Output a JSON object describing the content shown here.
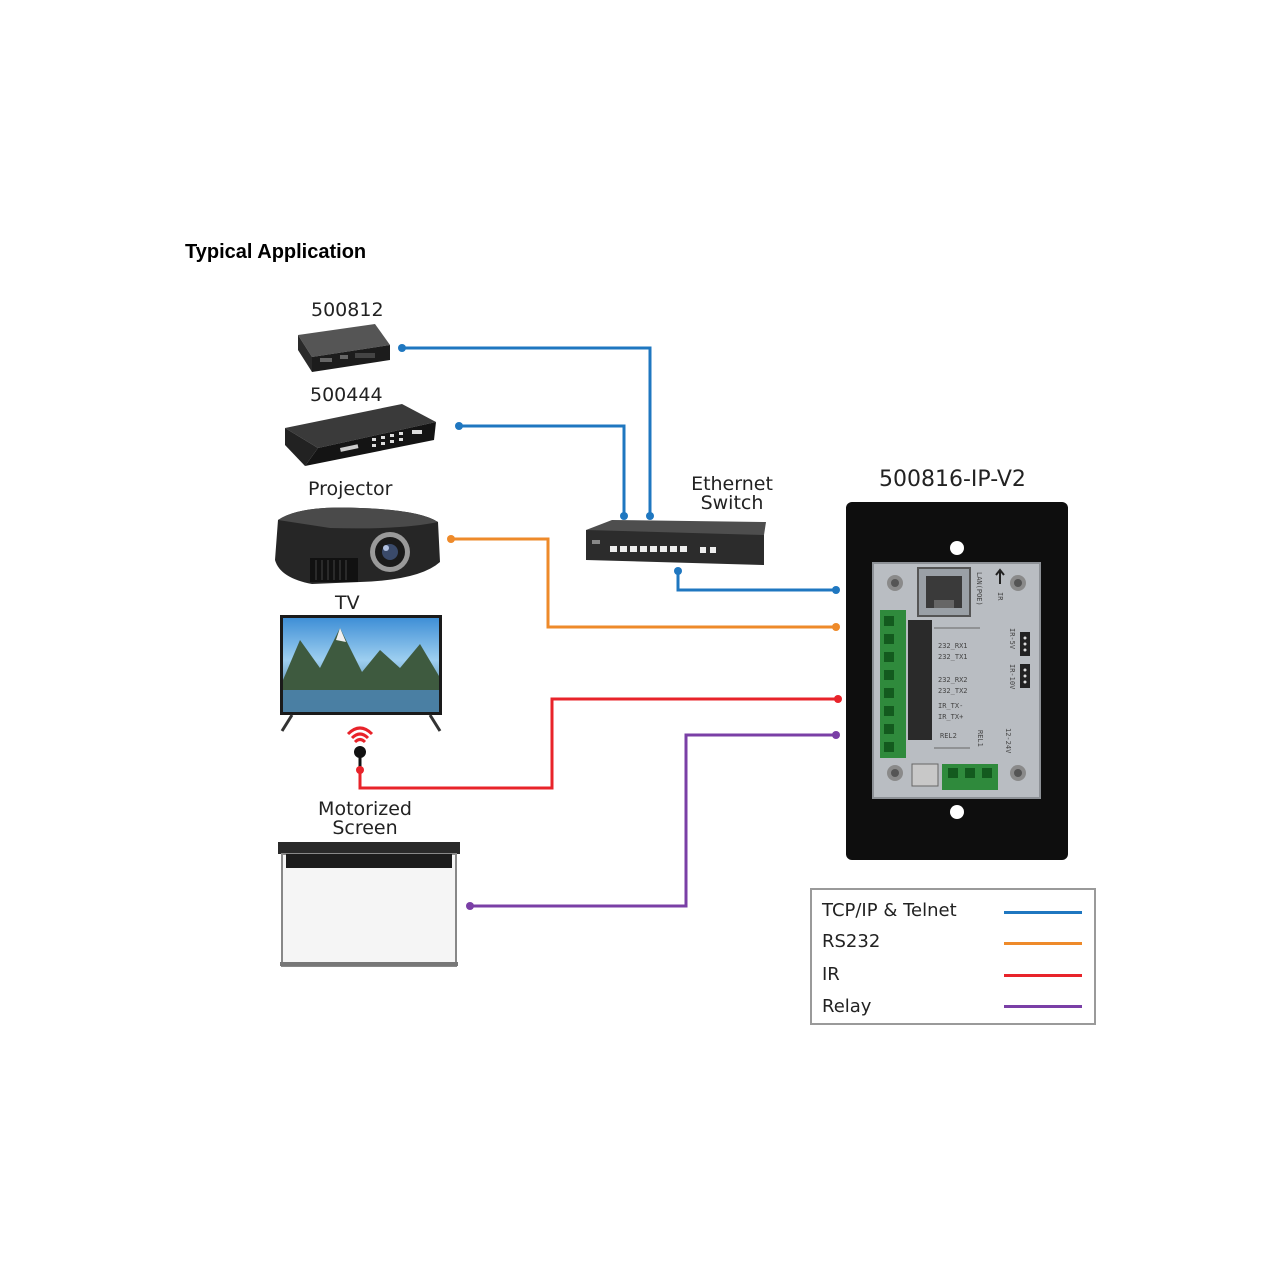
{
  "heading": "Typical Application",
  "devices": {
    "d500812": "500812",
    "d500444": "500444",
    "projector": "Projector",
    "tv": "TV",
    "screen_line1": "Motorized",
    "screen_line2": "Screen",
    "switch_line1": "Ethernet",
    "switch_line2": "Switch",
    "controller": "500816-IP-V2"
  },
  "legend": {
    "items": [
      {
        "label": "TCP/IP & Telnet",
        "color": "#1f77c0"
      },
      {
        "label": "RS232",
        "color": "#ee8a2a"
      },
      {
        "label": "IR",
        "color": "#e8232a"
      },
      {
        "label": "Relay",
        "color": "#7a3fa6"
      }
    ]
  },
  "pcb_labels": [
    "LAN(POE)",
    "IR",
    "232_RX1",
    "232_TX1",
    "232_RX2",
    "232_TX2",
    "IR_TX-",
    "IR_TX+",
    "REL2",
    "REL1",
    "12-24V",
    "IR-5V",
    "IR-10V"
  ],
  "colors": {
    "tcpip": "#1f77c0",
    "rs232": "#ee8a2a",
    "ir": "#e8232a",
    "relay": "#7a3fa6"
  }
}
